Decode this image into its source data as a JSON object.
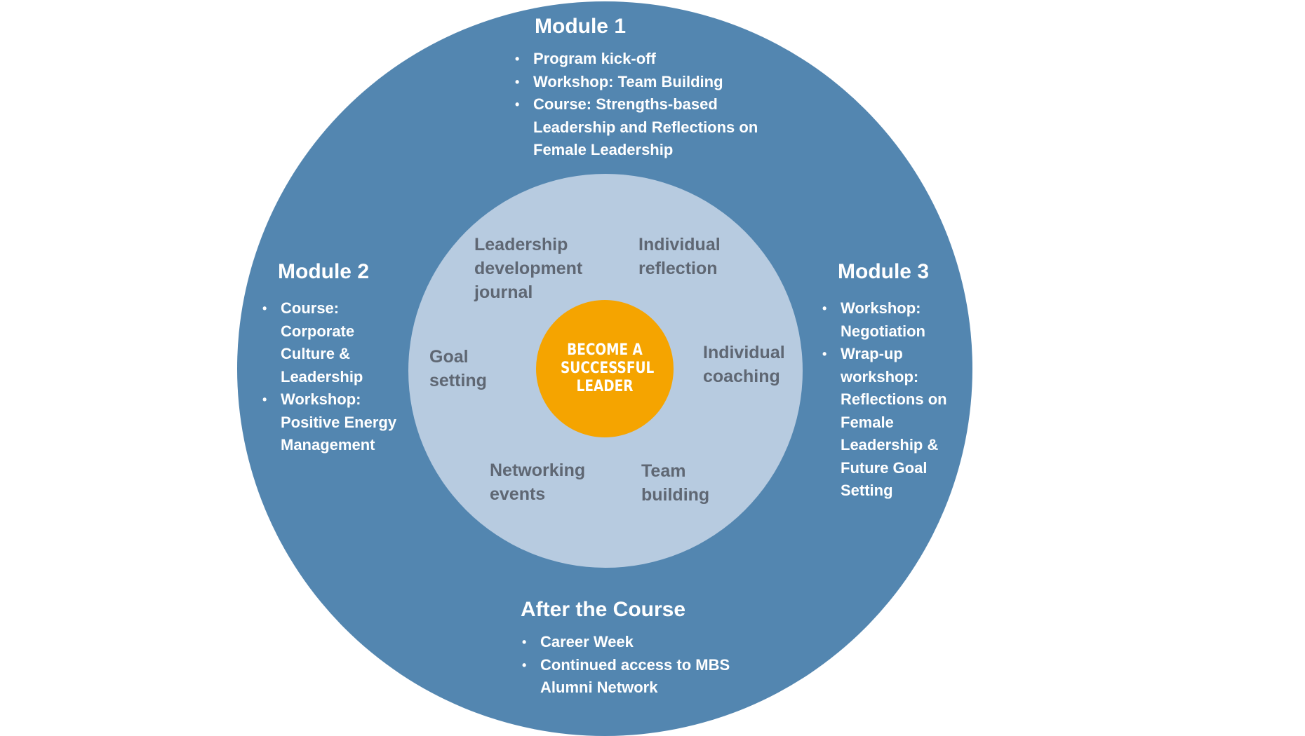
{
  "center": {
    "label": "BECOME A\nSUCCESSFUL\nLEADER"
  },
  "modules": {
    "module1": {
      "title": "Module 1",
      "items": [
        "Program kick-off",
        "Workshop: Team Building",
        "Course: Strengths-based\nLeadership and Reflections on\nFemale Leadership"
      ]
    },
    "module2": {
      "title": "Module 2",
      "items": [
        "Course:\nCorporate\nCulture &\nLeadership",
        "Workshop:\nPositive Energy\nManagement"
      ]
    },
    "module3": {
      "title": "Module 3",
      "items": [
        "Workshop:\nNegotiation",
        "Wrap-up\nworkshop:\nReflections on\nFemale\nLeadership &\nFuture Goal\nSetting"
      ]
    },
    "after": {
      "title": "After the Course",
      "items": [
        "Career Week",
        "Continued access to MBS\nAlumni Network"
      ]
    }
  },
  "activities": {
    "journal": "Leadership\ndevelopment\njournal",
    "reflection": "Individual\nreflection",
    "goal": "Goal\nsetting",
    "coaching": "Individual\ncoaching",
    "networking": "Networking\nevents",
    "team": "Team\nbuilding"
  },
  "colors": {
    "outer_ring": "#5386b0",
    "inner_circle": "#b7cbe0",
    "core": "#f5a400",
    "activity_text": "#5f6773",
    "module_text": "#ffffff"
  }
}
